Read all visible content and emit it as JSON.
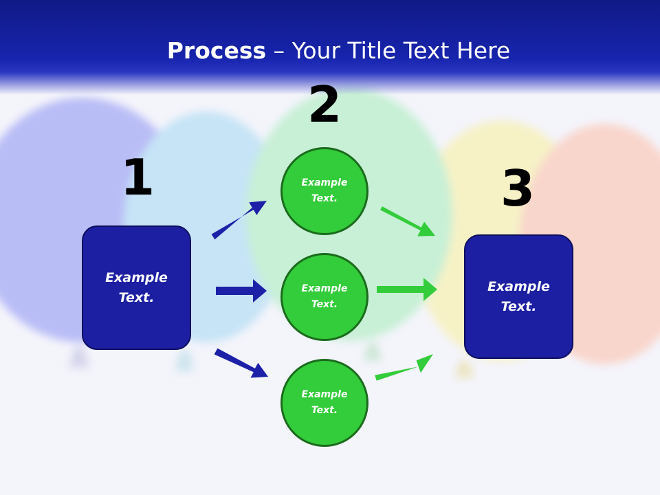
{
  "title": {
    "bold": "Process",
    "rest": " – Your Title Text Here"
  },
  "steps": [
    {
      "number": "1",
      "boxes": [
        {
          "text": "Example\nText."
        }
      ]
    },
    {
      "number": "2",
      "circles": [
        {
          "text": "Example\nText."
        },
        {
          "text": "Example\nText."
        },
        {
          "text": "Example\nText."
        }
      ]
    },
    {
      "number": "3",
      "boxes": [
        {
          "text": "Example\nText."
        }
      ]
    }
  ],
  "colors": {
    "title_bar": "#1724ad",
    "box_fill": "#1d1fa2",
    "circle_fill": "#33cc3a",
    "arrow_blue": "#1d21a8",
    "arrow_green": "#33cc3a"
  },
  "background": "balloon-photo"
}
